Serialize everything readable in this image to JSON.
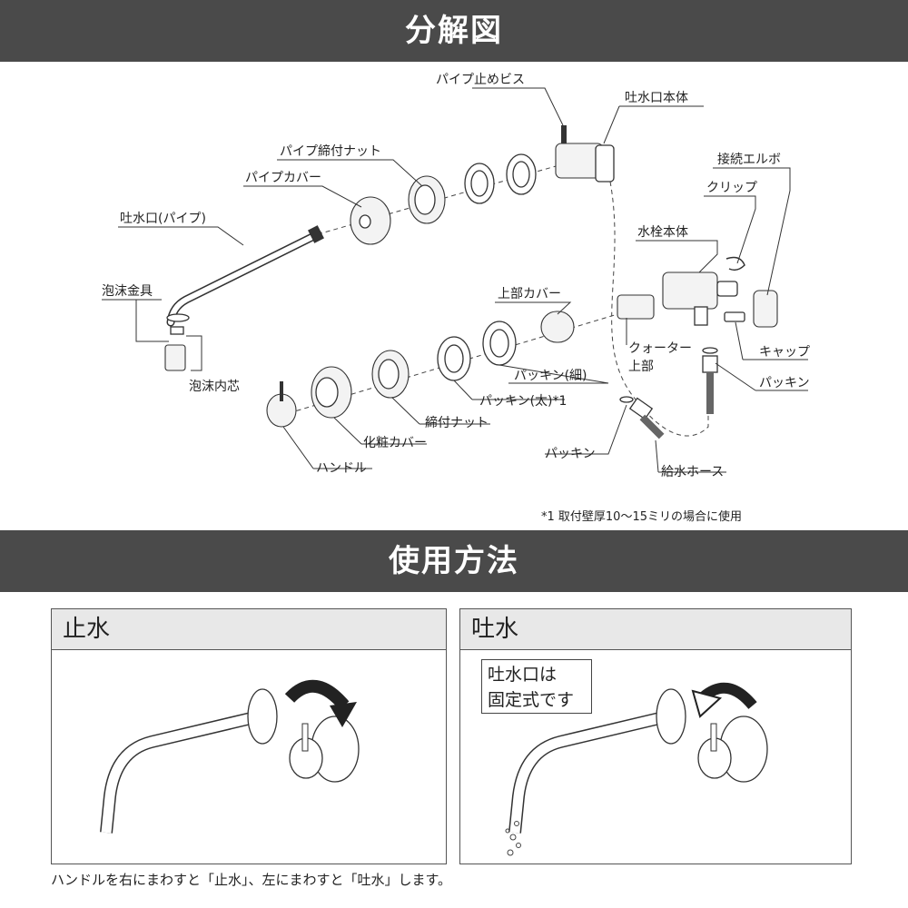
{
  "sections": {
    "exploded_title": "分解図",
    "usage_title": "使用方法"
  },
  "labels": {
    "pipe_stop_screw": "パイプ止めビス",
    "spout_body": "吐水口本体",
    "pipe_nut": "パイプ締付ナット",
    "pipe_cover": "パイプカバー",
    "spout_pipe": "吐水口(パイプ)",
    "aerator": "泡沫金具",
    "aerator_core": "泡沫内芯",
    "connect_elbow": "接続エルボ",
    "clip": "クリップ",
    "faucet_body": "水栓本体",
    "upper_cover": "上部カバー",
    "quarter_top_1": "クォーター",
    "quarter_top_2": "上部",
    "cap": "キャップ",
    "packing_thin": "パッキン(細)",
    "packing_thick": "パッキン(太)*1",
    "packing_right": "パッキン",
    "nut": "締付ナット",
    "decor_cover": "化粧カバー",
    "handle": "ハンドル",
    "packing_bottom": "パッキン",
    "supply_hose": "給水ホース"
  },
  "footnote_star": "*1  取付壁厚10～15ミリの場合に使用",
  "panels": {
    "stop_title": "止水",
    "flow_title": "吐水",
    "fixed_note_1": "吐水口は",
    "fixed_note_2": "固定式です"
  },
  "instruction": "ハンドルを右にまわすと「止水」、左にまわすと「吐水」します。",
  "colors": {
    "banner": "#4a4a4a",
    "panel_head": "#e8e8e8"
  }
}
